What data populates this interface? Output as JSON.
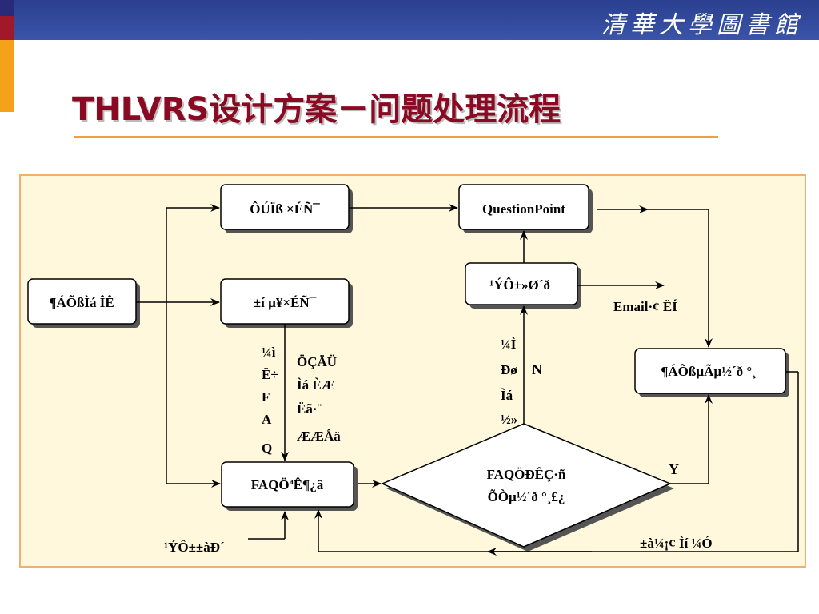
{
  "header": {
    "logo_text": "清華大學圖書館"
  },
  "slide": {
    "title": "THLVRS设计方案－问题处理流程"
  },
  "diagram": {
    "nodes": {
      "start": "¶ÁÕßÌá ÎÊ",
      "realtime": "ÔÚÏß ×ÉÑ¯",
      "questionpoint": "QuestionPoint",
      "expert": "¹ÝÔ±»Ø´ð",
      "form": "±í µ¥×ÉÑ¯",
      "reader_answer": "¶ÁÕßµÃµ½´ð °¸",
      "faq": "FAQÖªÊ¶¿â",
      "decision_line1": "FAQÖÐÊÇ·ñ",
      "decision_line2": "ÕÒµ½´ð °¸£¿"
    },
    "labels": {
      "email": "Email·¢ ËÍ",
      "yes": "Y",
      "no": "N",
      "auto_answer": "±à¼­¡¢ Ìí ¼Ó",
      "expert_update": "¹ÝÔ±±àÐ´",
      "search_col1": [
        "¼ì",
        "Ë÷",
        "F",
        "A",
        "Q"
      ],
      "search_col2": [
        "ÖÇÄÜ",
        "Ìá ÈÆ",
        "Ëã·¨",
        "ÆÆÅä"
      ],
      "submit_col": [
        "¼Ì",
        "Ðø",
        "Ìá",
        "½»"
      ]
    }
  }
}
